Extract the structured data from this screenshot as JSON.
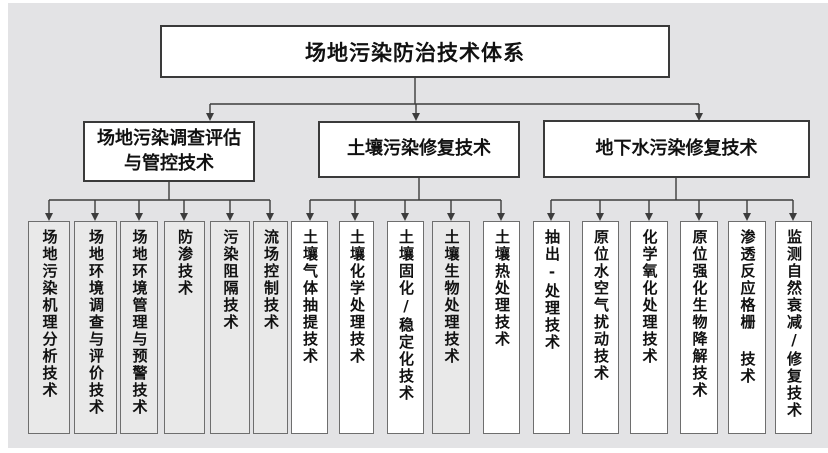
{
  "root": {
    "label": "场地污染防治技术体系"
  },
  "branches": [
    {
      "label": "场地污染调查评估与管控技术",
      "leaves": [
        {
          "label": "场地污染机理分析技术",
          "shaded": true
        },
        {
          "label": "场地环境调查与评价技术",
          "shaded": true
        },
        {
          "label": "场地环境管理与预警技术",
          "shaded": true
        },
        {
          "label": "防渗技术",
          "shaded": true
        },
        {
          "label": "污染阻隔技术",
          "shaded": true
        },
        {
          "label": "流场控制技术",
          "shaded": true
        }
      ]
    },
    {
      "label": "土壤污染修复技术",
      "leaves": [
        {
          "label": "土壤气体抽提技术",
          "shaded": false
        },
        {
          "label": "土壤化学处理技术",
          "shaded": false
        },
        {
          "label": "土壤固化/稳定化技术",
          "shaded": false
        },
        {
          "label": "土壤生物处理技术",
          "shaded": true
        },
        {
          "label": "土壤热处理技术",
          "shaded": false
        }
      ]
    },
    {
      "label": "地下水污染修复技术",
      "leaves": [
        {
          "label": "抽出-处理技术",
          "shaded": false
        },
        {
          "label": "原位水空气扰动技术",
          "shaded": false
        },
        {
          "label": "化学氧化处理技术",
          "shaded": false
        },
        {
          "label": "原位强化生物降解技术",
          "shaded": false
        },
        {
          "label": "渗透反应格栅 技术",
          "shaded": false
        },
        {
          "label": "监测自然衰减/修复技术",
          "shaded": false
        }
      ]
    }
  ],
  "colors": {
    "canvas_bg": "#e3e3e5",
    "box_fill_white": "#ffffff",
    "box_fill_shaded": "#e9e9e9",
    "box_border": "#3a3a3a",
    "leaf_border": "#6e6e6e",
    "connector": "#3c3c3c",
    "text": "#111111"
  }
}
